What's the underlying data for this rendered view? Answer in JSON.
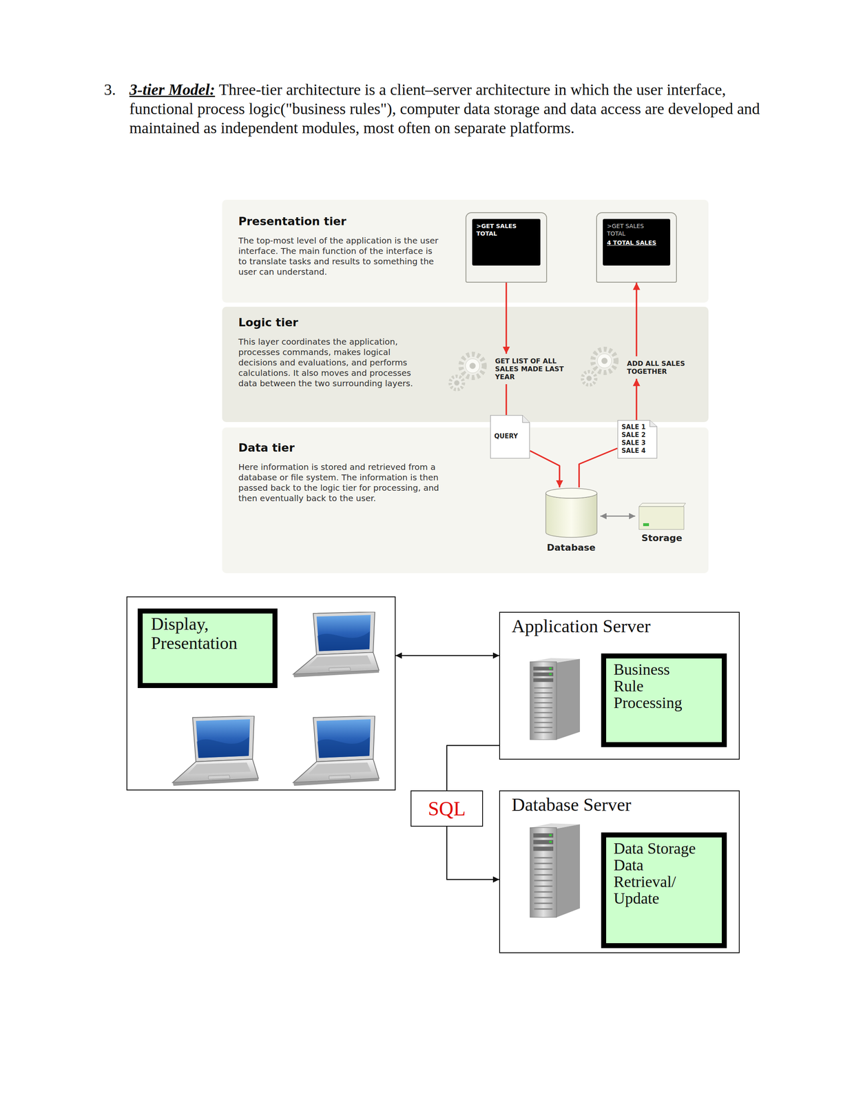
{
  "diagram": {
    "title": "3-tier Model:",
    "nodes": [
      {
        "text": [
          "Presentation tier",
          "The top-most level of the application is the user interface. The main function of the interface is to translate tasks and results to something the user can understand."
        ]
      },
      {
        "text": [
          ">GET SALES TOTAL"
        ],
        "in": 0
      },
      {
        "text": [
          ">GET SALES TOTAL",
          "4 TOTAL SALES"
        ],
        "in": 0
      },
      {
        "text": [
          "Logic tier",
          "This layer coordinates the application, processes commands, makes logical decisions and evaluations, and performs calculations. It also moves and processes data between the two surrounding layers."
        ]
      },
      {
        "text": [
          "GET LIST OF ALL SALES MADE LAST YEAR"
        ],
        "in": 3
      },
      {
        "text": [
          "ADD ALL SALES TOGETHER"
        ],
        "in": 3
      },
      {
        "text": [
          "Data tier",
          "Here information is stored and retrieved from a database or file system. The information is then passed back to the logic tier for processing, and then eventually back to the user."
        ]
      },
      {
        "text": [
          "QUERY"
        ],
        "in": 6
      },
      {
        "text": [
          "SALE 1 SALE 2 SALE 3 SALE 4"
        ],
        "in": 6
      },
      {
        "text": [
          "Database"
        ],
        "in": 6
      },
      {
        "text": [
          "Storage"
        ],
        "in": 6
      },
      {
        "text": []
      },
      {
        "text": [
          "Display, Presentation"
        ],
        "in": 11
      },
      {
        "text": [
          "Application Server"
        ]
      },
      {
        "text": [
          "Business Rule Processing"
        ],
        "in": 13
      },
      {
        "text": [
          "SQL"
        ]
      },
      {
        "text": [
          "Database Server"
        ]
      },
      {
        "text": [
          "Data Storage",
          "Data Retrieval/ Update"
        ],
        "in": 16
      }
    ],
    "edges": [
      {
        "from": 1,
        "to": 4,
        "arrow": "to"
      },
      {
        "from": 4,
        "to": 7,
        "arrow": "none"
      },
      {
        "from": 7,
        "to": 9,
        "arrow": "to"
      },
      {
        "from": 9,
        "to": 8,
        "arrow": "none"
      },
      {
        "from": 8,
        "to": 5,
        "arrow": "to"
      },
      {
        "from": 5,
        "to": 2,
        "arrow": "to"
      },
      {
        "from": 9,
        "to": 10,
        "arrow": "both"
      },
      {
        "from": 11,
        "to": 13,
        "arrow": "both"
      },
      {
        "from": 13,
        "to": 15,
        "arrow": "none"
      },
      {
        "from": 15,
        "to": 16,
        "arrow": "to"
      }
    ],
    "labels": [
      "3.",
      "Three-tier architecture is a client–server architecture in which the user interface, functional process logic(\"business rules\"), computer data storage and data access are developed and maintained as independent modules, most often on separate platforms."
    ]
  }
}
